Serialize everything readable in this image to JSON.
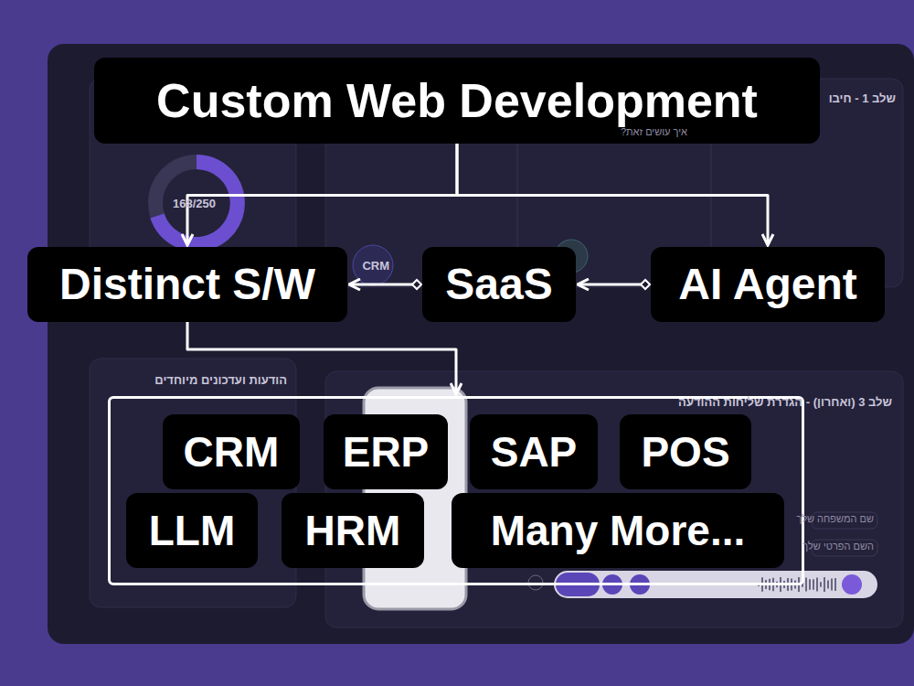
{
  "diagram": {
    "nodes": [
      {
        "text": [
          "Custom Web Development"
        ]
      },
      {
        "text": [
          "Distinct S/W"
        ]
      },
      {
        "text": [
          "SaaS"
        ]
      },
      {
        "text": [
          "AI Agent"
        ]
      },
      {
        "text": []
      },
      {
        "text": [
          "CRM"
        ],
        "in": 4
      },
      {
        "text": [
          "ERP"
        ],
        "in": 4
      },
      {
        "text": [
          "SAP"
        ],
        "in": 4
      },
      {
        "text": [
          "POS"
        ],
        "in": 4
      },
      {
        "text": [
          "LLM"
        ],
        "in": 4
      },
      {
        "text": [
          "HRM"
        ],
        "in": 4
      },
      {
        "text": [
          "Many More..."
        ],
        "in": 4
      }
    ],
    "edges": [
      {
        "from": 0,
        "to": 1,
        "arrow": "to"
      },
      {
        "from": 0,
        "to": 3,
        "arrow": "to"
      },
      {
        "from": 3,
        "to": 2,
        "arrow": "to"
      },
      {
        "from": 2,
        "to": 1,
        "arrow": "to"
      },
      {
        "from": 1,
        "to": 4,
        "arrow": "to"
      }
    ],
    "labels": [
      "168/250",
      "CRM",
      "שלב 1 - חיבו",
      "איך עושים זאת?",
      "הודעות ועדכונים מיוחדים",
      "שלב 3 (ואחרון) - הגדרת שליחות ההודעה",
      "שם המשפחה שלך",
      "השם הפרטי שלך"
    ]
  }
}
